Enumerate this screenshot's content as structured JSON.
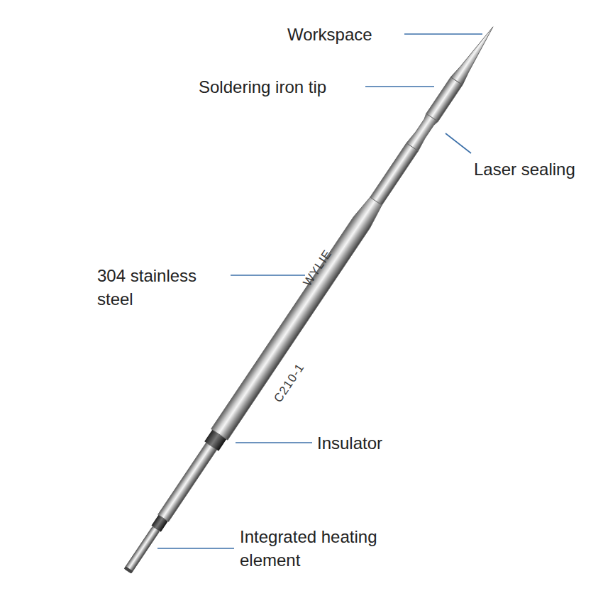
{
  "diagram": {
    "labels": [
      "Workspace",
      "Soldering iron tip",
      "Laser sealing",
      "304 stainless steel",
      "Insulator",
      "Integrated heating element",
      "WYLIE",
      "C210-1"
    ]
  }
}
